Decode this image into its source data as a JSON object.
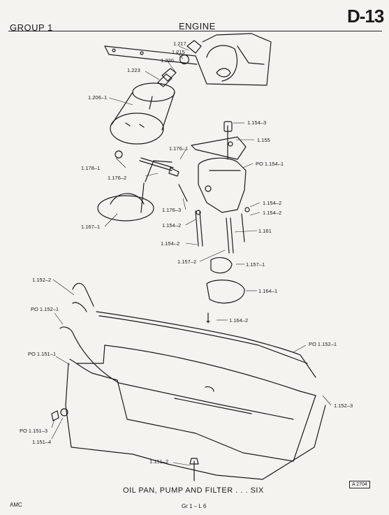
{
  "header": {
    "group": "GROUP 1",
    "section": "ENGINE",
    "page_id": "D-13"
  },
  "parts": [
    {
      "id": "1.217"
    },
    {
      "id": "1.215"
    },
    {
      "id": "1.220"
    },
    {
      "id": "1.223"
    },
    {
      "id": "1.206–1"
    },
    {
      "id": "1.154–3"
    },
    {
      "id": "1.155"
    },
    {
      "id": "1.176–1"
    },
    {
      "id": "1.178–1"
    },
    {
      "id": "PO 1.154–1"
    },
    {
      "id": "1.176–2"
    },
    {
      "id": "1.154–2"
    },
    {
      "id": "1.154–2"
    },
    {
      "id": "1.176–3"
    },
    {
      "id": "1.167–1"
    },
    {
      "id": "1.154–2"
    },
    {
      "id": "1.161"
    },
    {
      "id": "1.154–2"
    },
    {
      "id": "1.157–2"
    },
    {
      "id": "1.157–1"
    },
    {
      "id": "1.152–2"
    },
    {
      "id": "1.164–1"
    },
    {
      "id": "PO 1.152–1"
    },
    {
      "id": "1.164–2"
    },
    {
      "id": "PO 1.152–1"
    },
    {
      "id": "PO 1.151–1"
    },
    {
      "id": "1.152–3"
    },
    {
      "id": "PO 1.151–3"
    },
    {
      "id": "1.151–4"
    },
    {
      "id": "1.151–2"
    }
  ],
  "caption": "OIL PAN, PUMP AND FILTER . . . SIX",
  "figure_number": "A 2704",
  "footer": {
    "left": "AMC",
    "center": "Gr 1 – L 6"
  }
}
